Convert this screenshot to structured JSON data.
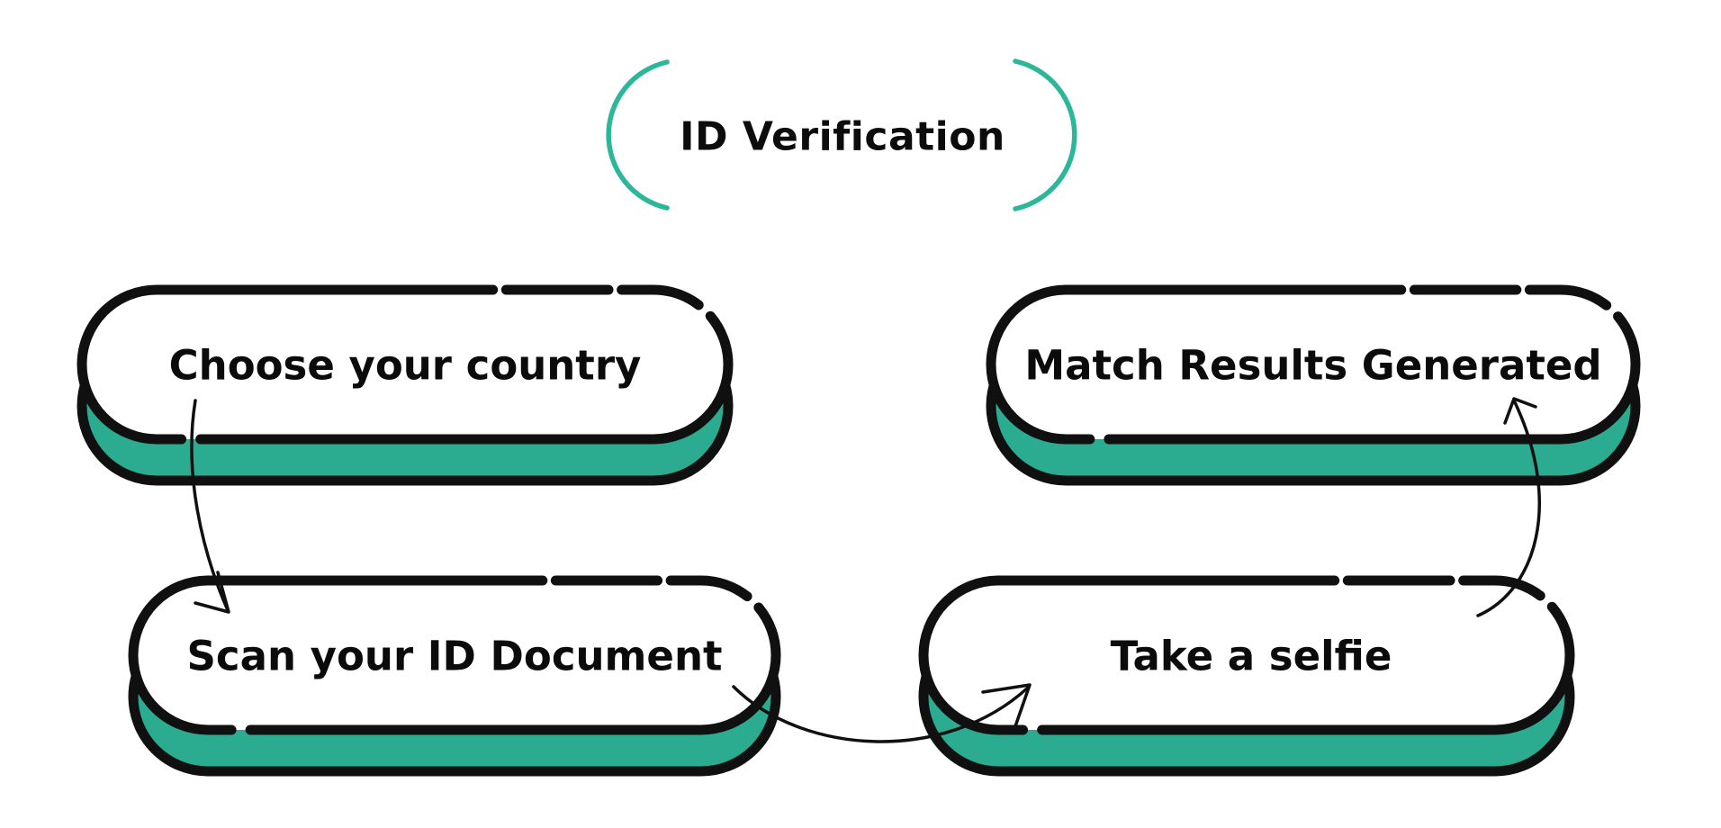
{
  "title": {
    "label": "ID Verification"
  },
  "colors": {
    "teal_fill": "#2BAC91",
    "arc_teal": "#2CB69A",
    "ink": "#101010",
    "pill_face": "#FFFFFF"
  },
  "steps": [
    {
      "order": 1,
      "label": "Choose your country",
      "position": "top-left"
    },
    {
      "order": 2,
      "label": "Scan your ID Document",
      "position": "bottom-left"
    },
    {
      "order": 3,
      "label": "Take a selfie",
      "position": "bottom-right"
    },
    {
      "order": 4,
      "label": "Match Results Generated",
      "position": "top-right"
    }
  ],
  "arrows": [
    {
      "from": "Choose your country",
      "to": "Scan your ID Document",
      "shape": "curved-down"
    },
    {
      "from": "Scan your ID Document",
      "to": "Take a selfie",
      "shape": "curved-right"
    },
    {
      "from": "Take a selfie",
      "to": "Match Results Generated",
      "shape": "curved-up"
    }
  ]
}
